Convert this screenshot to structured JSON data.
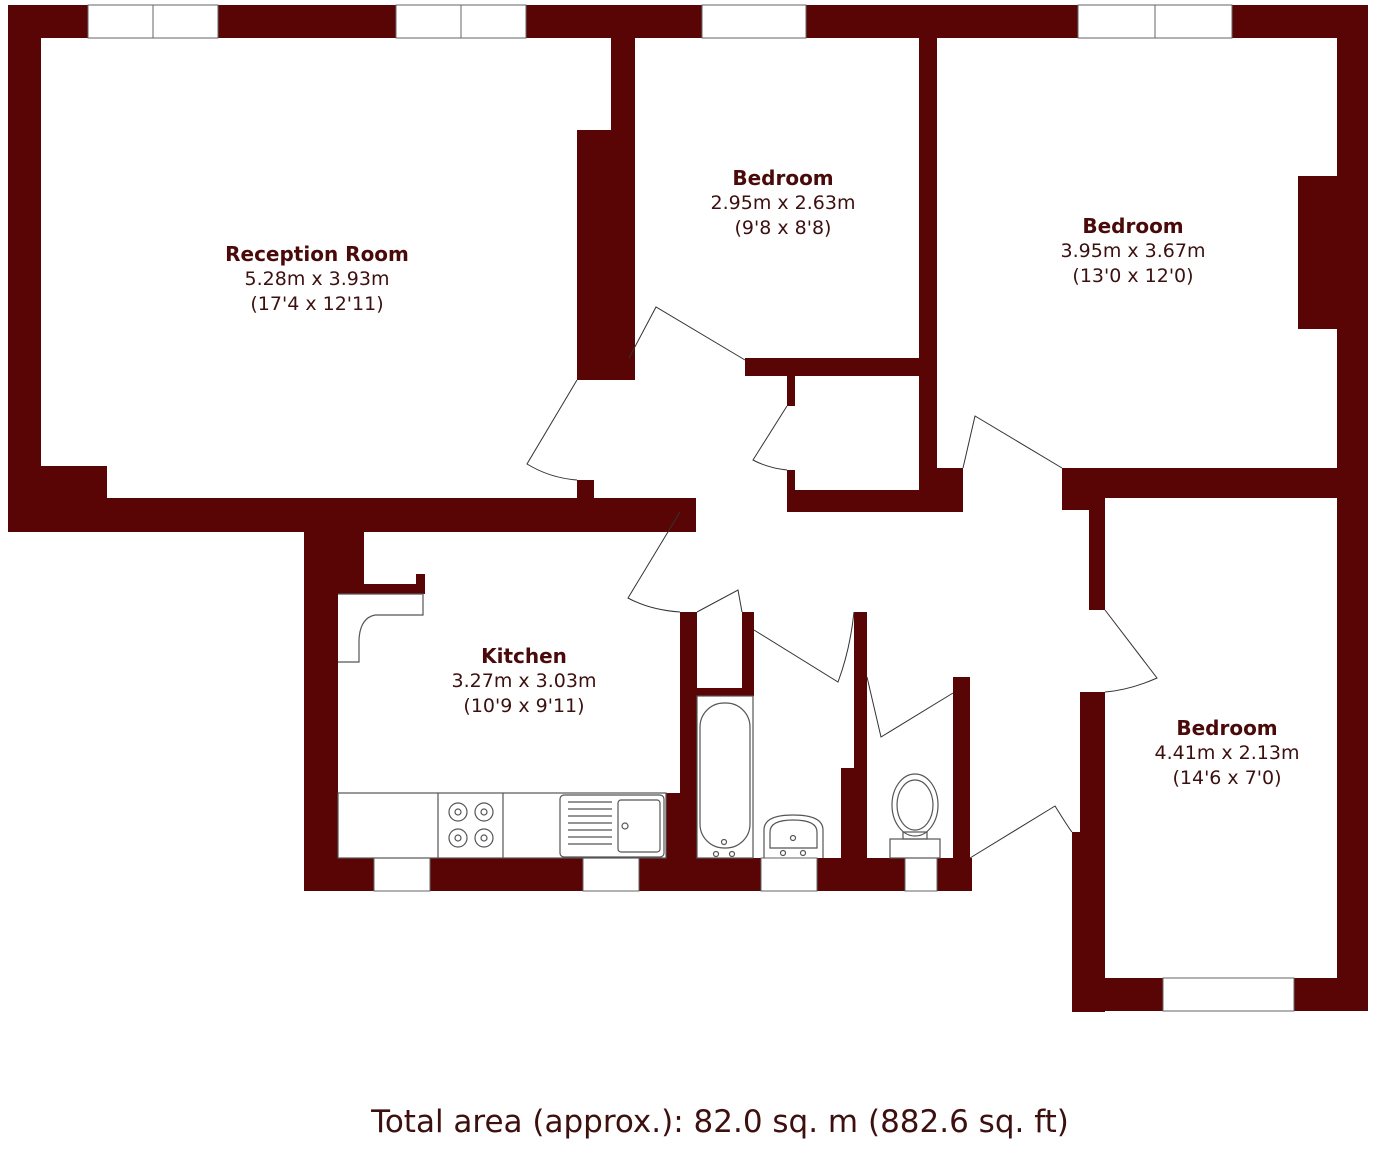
{
  "colors": {
    "wall": "#5a0505",
    "text": "#4a0a0a",
    "background": "#ffffff"
  },
  "rooms": [
    {
      "name": "Reception Room",
      "metric": "5.28m x 3.93m",
      "imperial": "(17'4 x 12'11)"
    },
    {
      "name": "Bedroom",
      "metric": "2.95m x 2.63m",
      "imperial": "(9'8 x 8'8)"
    },
    {
      "name": "Bedroom",
      "metric": "3.95m x 3.67m",
      "imperial": "(13'0 x 12'0)"
    },
    {
      "name": "Kitchen",
      "metric": "3.27m x 3.03m",
      "imperial": "(10'9 x 9'11)"
    },
    {
      "name": "Bedroom",
      "metric": "4.41m x 2.13m",
      "imperial": "(14'6 x 7'0)"
    }
  ],
  "fixtures": [
    "bath-icon",
    "washbasin-icon",
    "toilet-icon",
    "hob-icon",
    "sink-icon"
  ],
  "footer": {
    "total_area": "Total area (approx.): 82.0 sq. m (882.6 sq. ft)"
  }
}
